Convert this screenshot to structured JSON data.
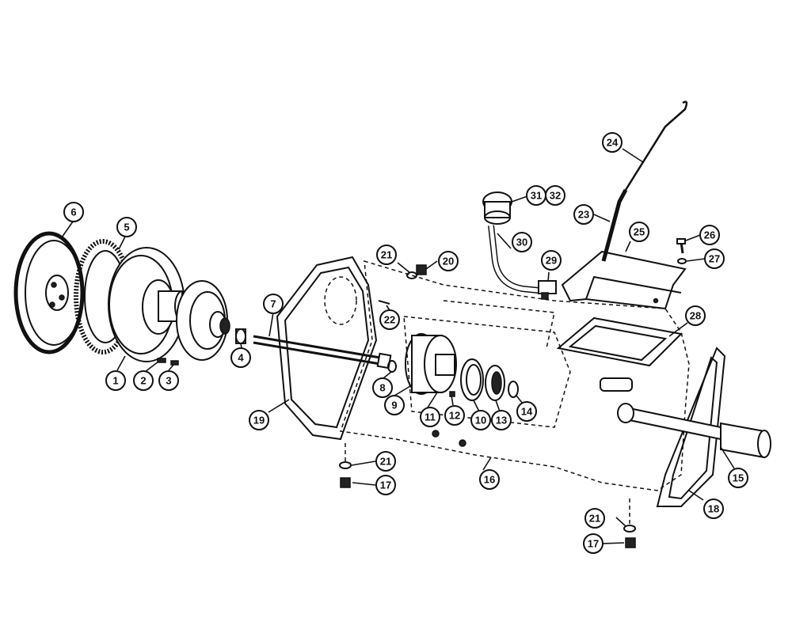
{
  "callouts": [
    {
      "id": "1",
      "label": "1"
    },
    {
      "id": "2",
      "label": "2"
    },
    {
      "id": "3",
      "label": "3"
    },
    {
      "id": "4",
      "label": "4"
    },
    {
      "id": "5",
      "label": "5"
    },
    {
      "id": "6",
      "label": "6"
    },
    {
      "id": "7",
      "label": "7"
    },
    {
      "id": "8",
      "label": "8"
    },
    {
      "id": "9",
      "label": "9"
    },
    {
      "id": "10",
      "label": "10"
    },
    {
      "id": "11",
      "label": "11"
    },
    {
      "id": "12",
      "label": "12"
    },
    {
      "id": "13",
      "label": "13"
    },
    {
      "id": "14",
      "label": "14"
    },
    {
      "id": "15",
      "label": "15"
    },
    {
      "id": "16",
      "label": "16"
    },
    {
      "id": "17a",
      "label": "17"
    },
    {
      "id": "17b",
      "label": "17"
    },
    {
      "id": "18",
      "label": "18"
    },
    {
      "id": "19",
      "label": "19"
    },
    {
      "id": "20",
      "label": "20"
    },
    {
      "id": "21a",
      "label": "21"
    },
    {
      "id": "21b",
      "label": "21"
    },
    {
      "id": "21c",
      "label": "21"
    },
    {
      "id": "22",
      "label": "22"
    },
    {
      "id": "23",
      "label": "23"
    },
    {
      "id": "24",
      "label": "24"
    },
    {
      "id": "25",
      "label": "25"
    },
    {
      "id": "26",
      "label": "26"
    },
    {
      "id": "27",
      "label": "27"
    },
    {
      "id": "28",
      "label": "28"
    },
    {
      "id": "29",
      "label": "29"
    },
    {
      "id": "30",
      "label": "30"
    },
    {
      "id": "31",
      "label": "31"
    },
    {
      "id": "32",
      "label": "32"
    }
  ]
}
